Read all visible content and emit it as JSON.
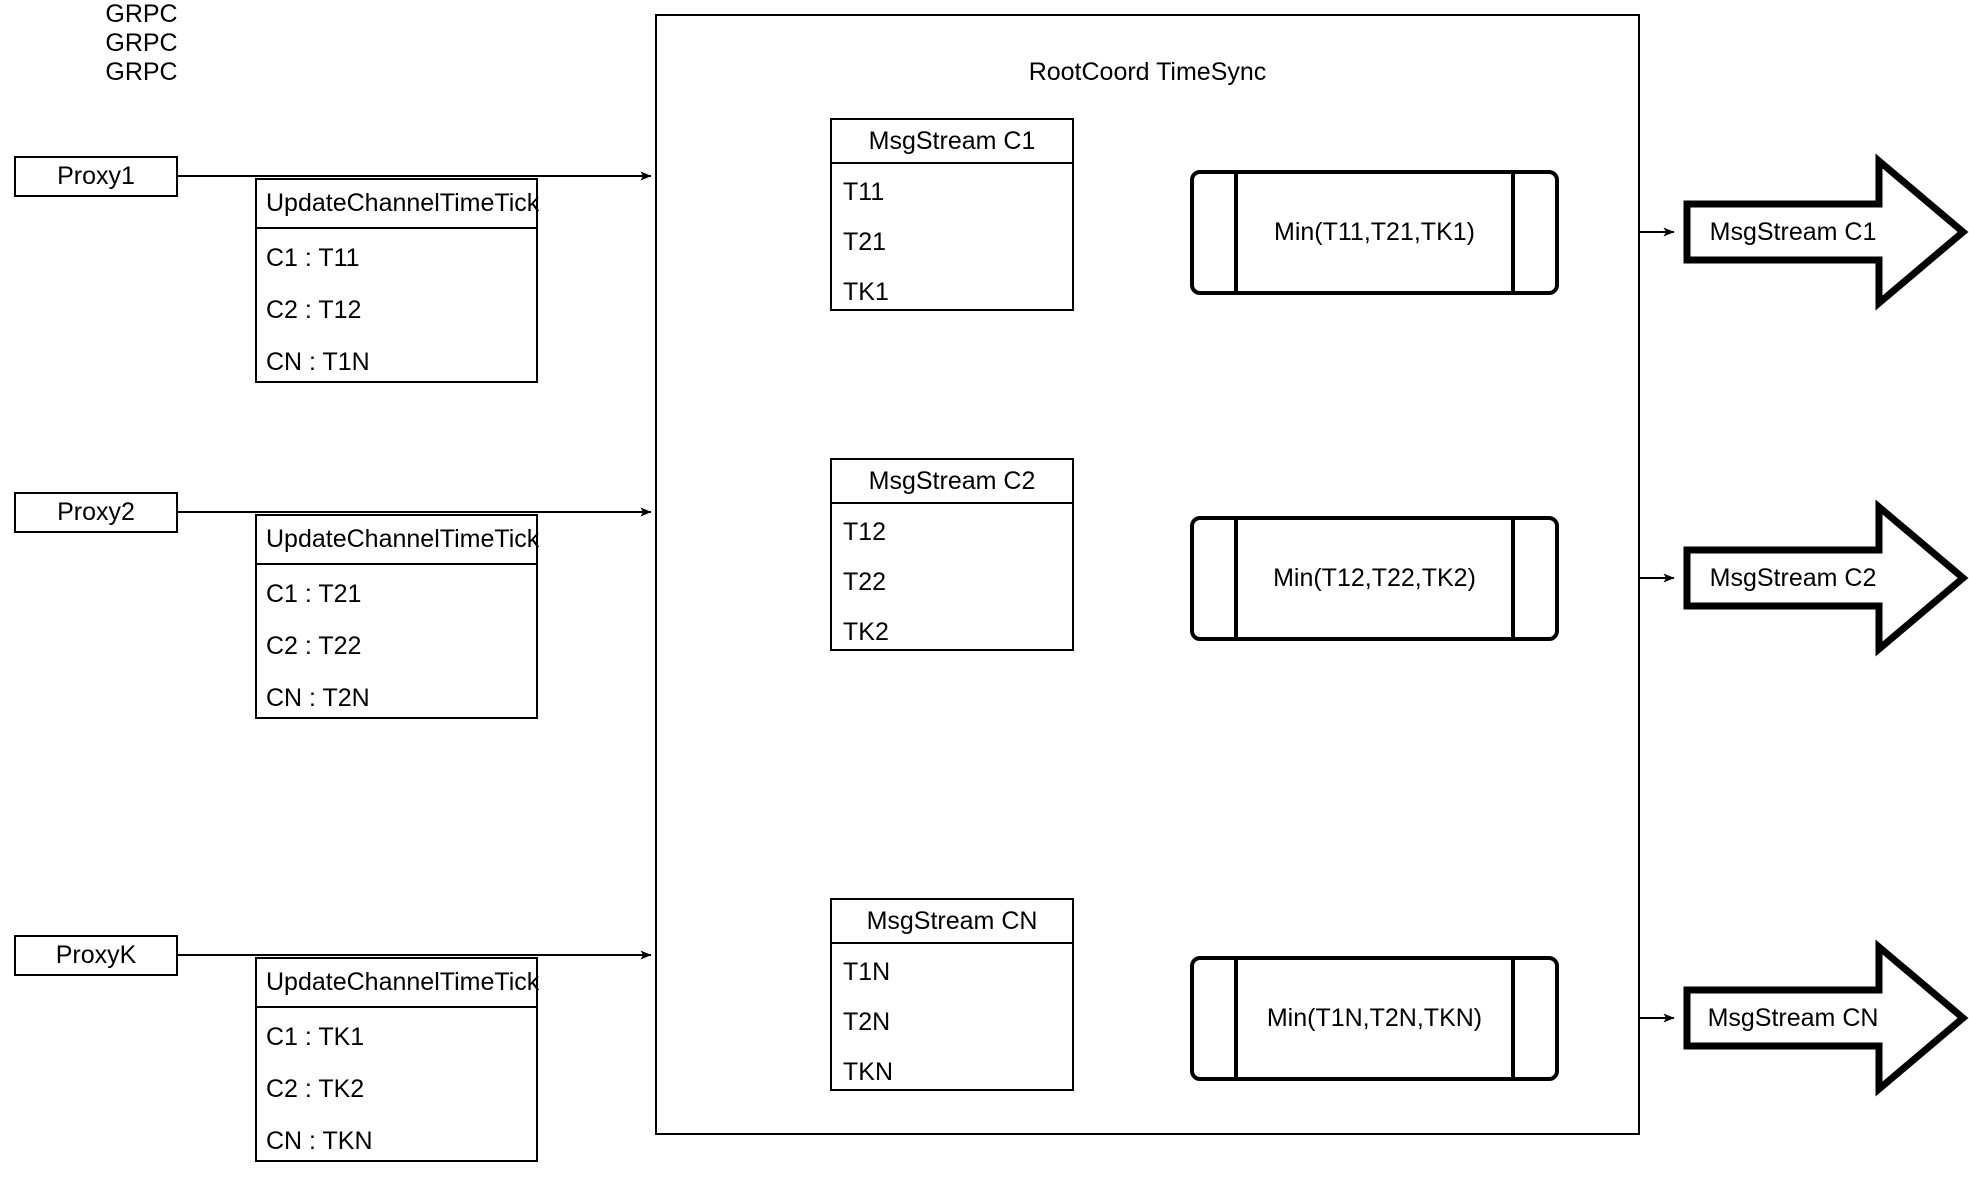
{
  "diagram": {
    "container": {
      "title": "RootCoord TimeSync"
    },
    "proxies": [
      {
        "label": "Proxy1",
        "grpc_label": "GRPC"
      },
      {
        "label": "Proxy2",
        "grpc_label": "GRPC"
      },
      {
        "label": "ProxyK",
        "grpc_label": "GRPC"
      }
    ],
    "requests": [
      {
        "title": "UpdateChannelTimeTick",
        "rows": [
          "C1 :  T11",
          "C2 :  T12",
          "CN : T1N"
        ]
      },
      {
        "title": "UpdateChannelTimeTick",
        "rows": [
          "C1 :  T21",
          "C2 :  T22",
          "CN : T2N"
        ]
      },
      {
        "title": "UpdateChannelTimeTick",
        "rows": [
          "C1 :  TK1",
          "C2 :  TK2",
          "CN : TKN"
        ]
      }
    ],
    "msgstreams": [
      {
        "title": "MsgStream C1",
        "rows": [
          "T11",
          "T21",
          "TK1"
        ]
      },
      {
        "title": "MsgStream C2",
        "rows": [
          "T12",
          "T22",
          "TK2"
        ]
      },
      {
        "title": "MsgStream CN",
        "rows": [
          "T1N",
          "T2N",
          "TKN"
        ]
      }
    ],
    "processes": [
      {
        "label": "Min(T11,T21,TK1)"
      },
      {
        "label": "Min(T12,T22,TK2)"
      },
      {
        "label": "Min(T1N,T2N,TKN)"
      }
    ],
    "outputs": [
      {
        "label": "MsgStream C1"
      },
      {
        "label": "MsgStream C2"
      },
      {
        "label": "MsgStream CN"
      }
    ],
    "colors": {
      "stroke": "#000000",
      "background": "#ffffff"
    }
  }
}
